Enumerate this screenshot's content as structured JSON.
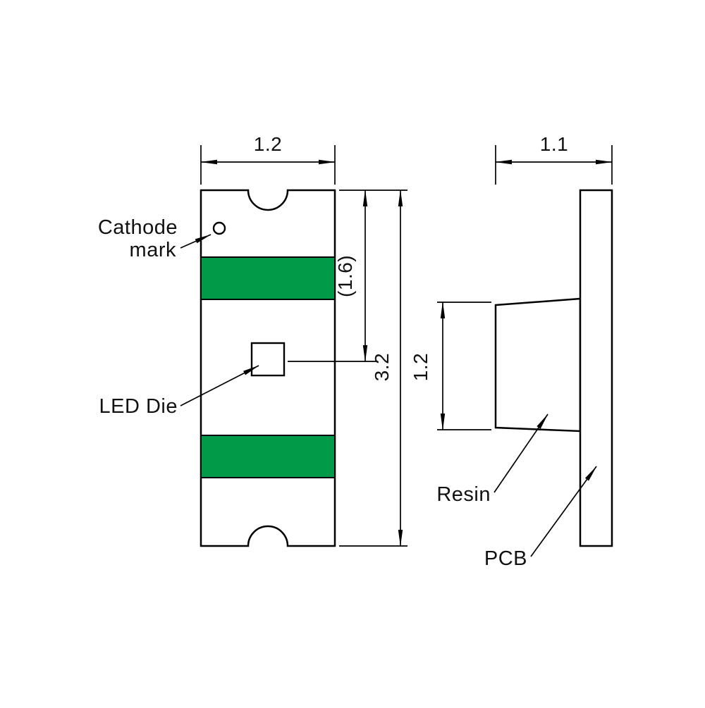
{
  "drawing": {
    "type": "SMD LED package dimensional drawing",
    "colors": {
      "electrode_green": "#009a49",
      "line": "#000000",
      "background": "#ffffff"
    },
    "top_view": {
      "width_label": "1.2",
      "inner_height_label": "(1.6)",
      "height_label": "3.2",
      "cathode_label_line1": "Cathode",
      "cathode_label_line2": "mark",
      "die_label": "LED Die"
    },
    "side_view": {
      "width_label": "1.1",
      "resin_height_label": "1.2",
      "resin_label": "Resin",
      "pcb_label": "PCB"
    }
  }
}
